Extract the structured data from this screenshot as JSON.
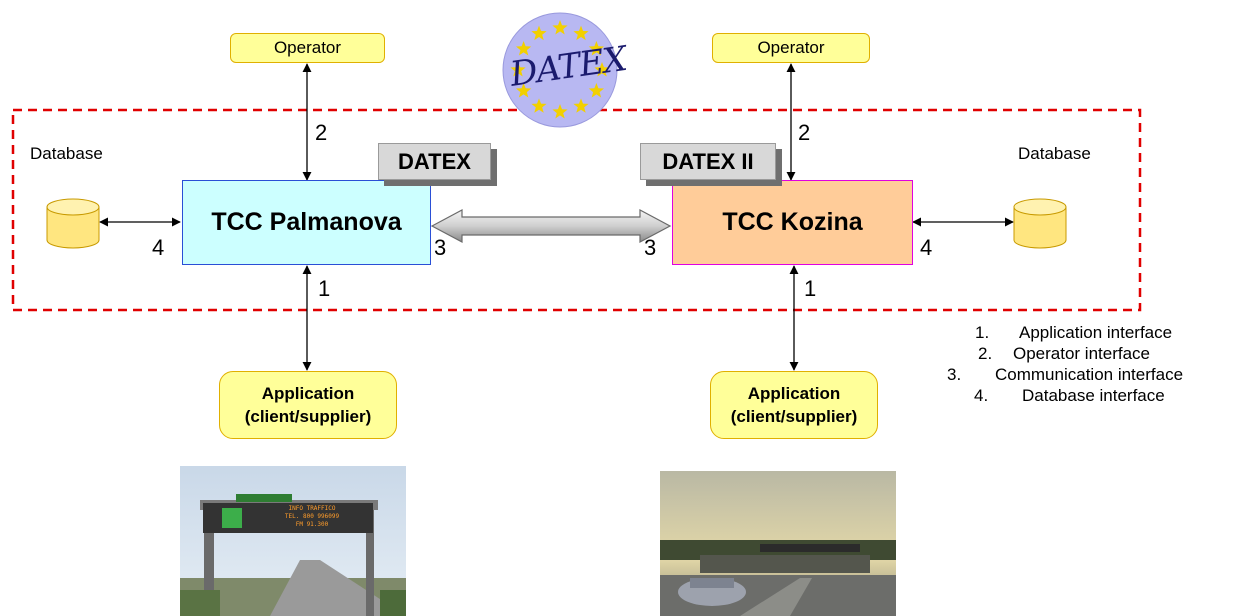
{
  "logo": {
    "text": "DATEX"
  },
  "operators": {
    "left": "Operator",
    "right": "Operator"
  },
  "tcc": {
    "left": {
      "name": "TCC Palmanova",
      "protocol": "DATEX"
    },
    "right": {
      "name": "TCC Kozina",
      "protocol": "DATEX II"
    }
  },
  "database_labels": {
    "left": "Database",
    "right": "Database"
  },
  "interface_numbers": {
    "left_operator": "2",
    "right_operator": "2",
    "left_database": "4",
    "right_database": "4",
    "left_comm": "3",
    "right_comm": "3",
    "left_application": "1",
    "right_application": "1"
  },
  "applications": {
    "left": {
      "line1": "Application",
      "line2": "(client/supplier)"
    },
    "right": {
      "line1": "Application",
      "line2": "(client/supplier)"
    }
  },
  "legend": [
    {
      "num": "1.",
      "label": "Application interface"
    },
    {
      "num": "2.",
      "label": "Operator interface"
    },
    {
      "num": "3.",
      "label": "Communication interface"
    },
    {
      "num": "4.",
      "label": "Database interface"
    }
  ],
  "photo_sign_text": {
    "line1": "INFO TRAFFICO",
    "line2": "TEL. 800 996099",
    "line3": "FM 91.300"
  },
  "colors": {
    "dashed_border": "#e00000",
    "tcc_left_fill": "#ccffff",
    "tcc_right_fill": "#ffcc99",
    "box_yellow": "#ffff99"
  }
}
